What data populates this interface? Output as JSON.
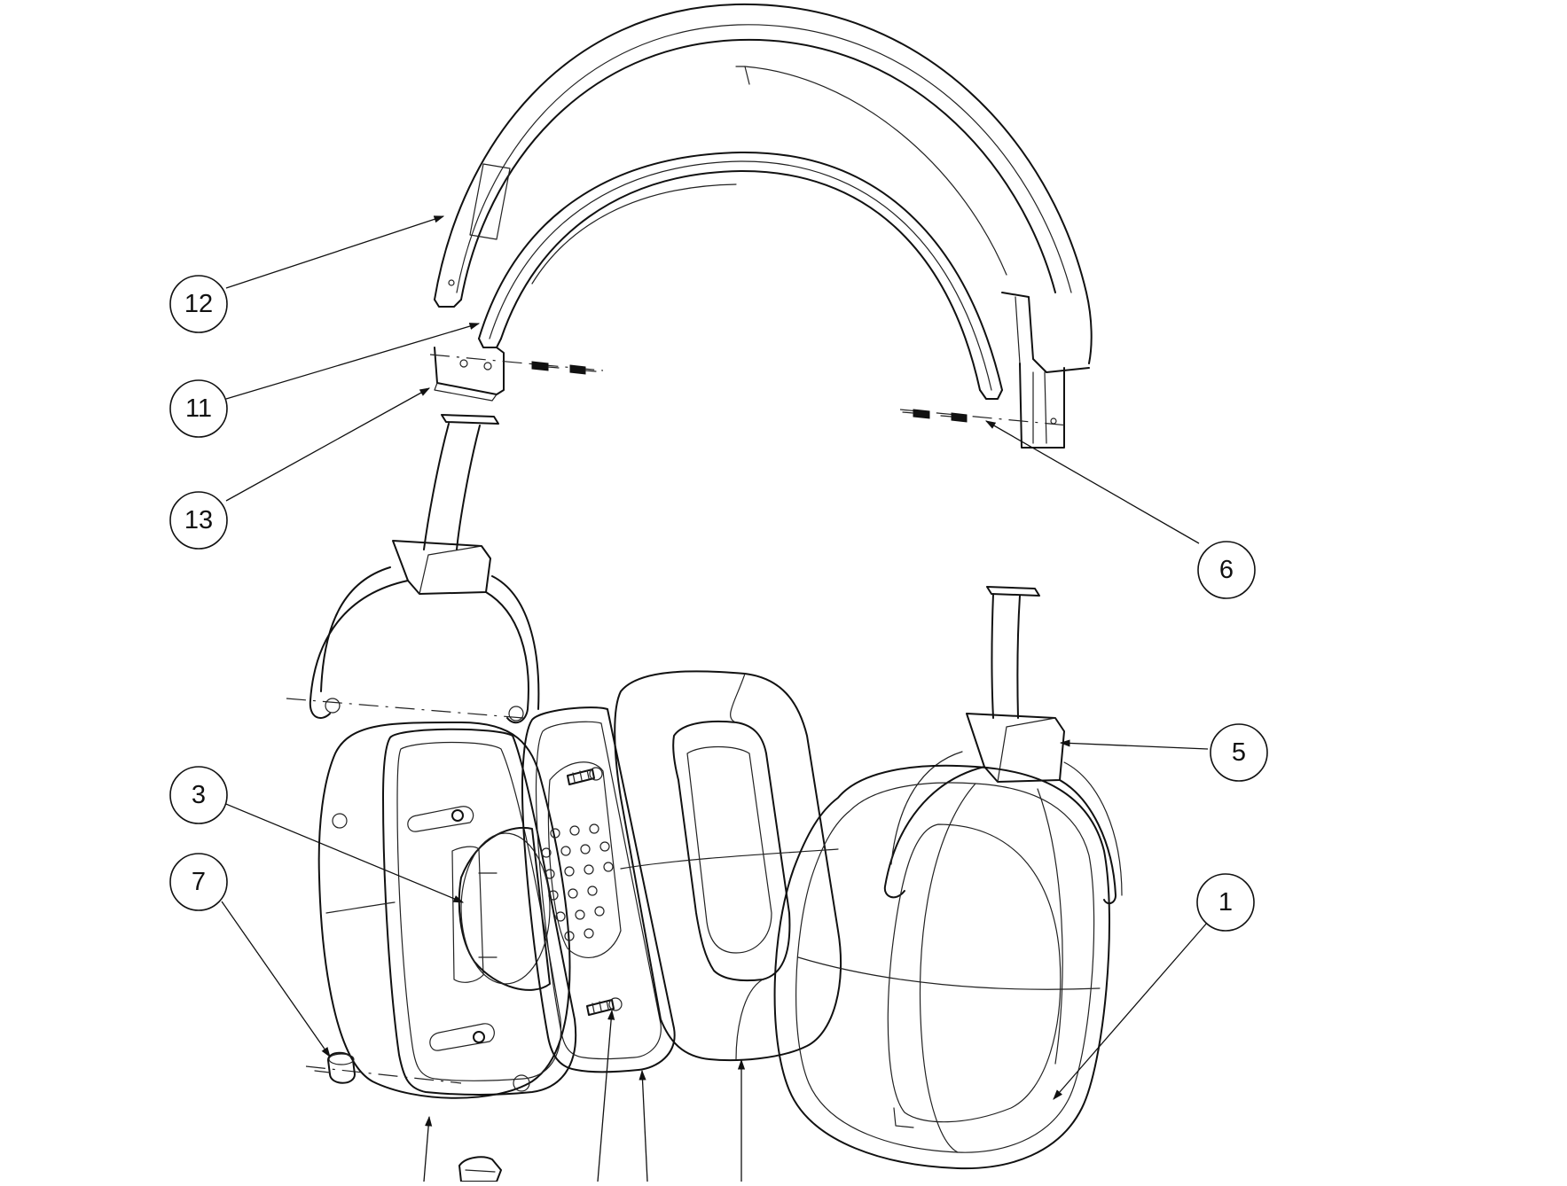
{
  "callouts": [
    {
      "id": "12",
      "label": "12"
    },
    {
      "id": "11",
      "label": "11"
    },
    {
      "id": "13",
      "label": "13"
    },
    {
      "id": "6",
      "label": "6"
    },
    {
      "id": "5",
      "label": "5"
    },
    {
      "id": "3",
      "label": "3"
    },
    {
      "id": "7",
      "label": "7"
    },
    {
      "id": "1",
      "label": "1"
    }
  ]
}
